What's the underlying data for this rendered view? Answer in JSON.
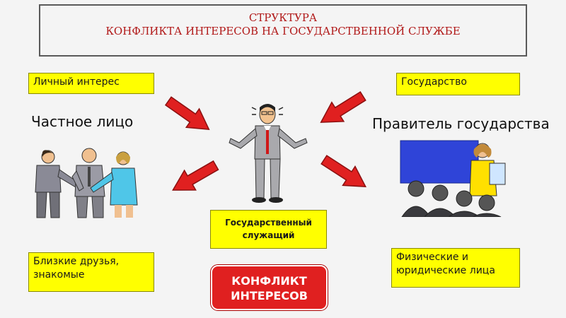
{
  "title": {
    "line1": "СТРУКТУРА",
    "line2": "КОНФЛИКТА ИНТЕРЕСОВ НА ГОСУДАРСТВЕННОЙ СЛУЖБЕ"
  },
  "left": {
    "label_top": "Личный интерес",
    "heading": "Частное лицо",
    "label_bottom": "Близкие друзья,\nзнакомые"
  },
  "right": {
    "label_top": "Государство",
    "heading": "Правитель государства",
    "label_bottom": "Физические и\nюридические лица"
  },
  "center": {
    "label_line1": "Государственный",
    "label_line2": "служащий"
  },
  "conflict": {
    "line1": "КОНФЛИКТ",
    "line2": "ИНТЕРЕСОВ"
  },
  "colors": {
    "title_text": "#b11919",
    "highlight": "#ffff00",
    "conflict_bg": "#e02020",
    "arrow": "#e02020"
  }
}
